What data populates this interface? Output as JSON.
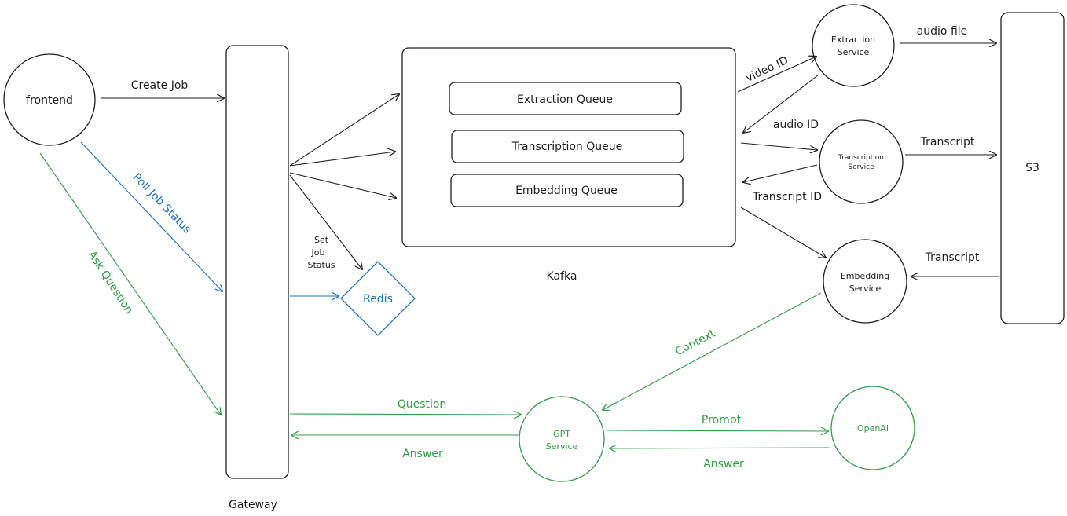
{
  "colors": {
    "ink": "#1e1e1e",
    "blue": "#1971c2",
    "green": "#2f9e44"
  },
  "nodes": {
    "frontend": "frontend",
    "gateway": "Gateway",
    "kafka": "Kafka",
    "extraction_queue": "Extraction Queue",
    "transcription_queue": "Transcription Queue",
    "embedding_queue": "Embedding Queue",
    "extraction_service": [
      "Extraction",
      "Service"
    ],
    "transcription_service": [
      "Transcription",
      "Service"
    ],
    "embedding_service": [
      "Embedding",
      "Service"
    ],
    "s3": "S3",
    "redis": "Redis",
    "gpt_service": [
      "GPT",
      "Service"
    ],
    "openai": "OpenAI"
  },
  "edges": {
    "create_job": "Create Job",
    "poll_job_status": "Poll Job Status",
    "ask_question": "Ask Question",
    "set_job_status": [
      "Set",
      "Job",
      "Status"
    ],
    "video_id": "video ID",
    "audio_file": "audio file",
    "audio_id": "audio ID",
    "transcript_to_s3": "Transcript",
    "transcript_id": "Transcript ID",
    "transcript_from_s3": "Transcript",
    "context": "Context",
    "question": "Question",
    "answer_gateway": "Answer",
    "prompt": "Prompt",
    "answer_openai": "Answer"
  }
}
